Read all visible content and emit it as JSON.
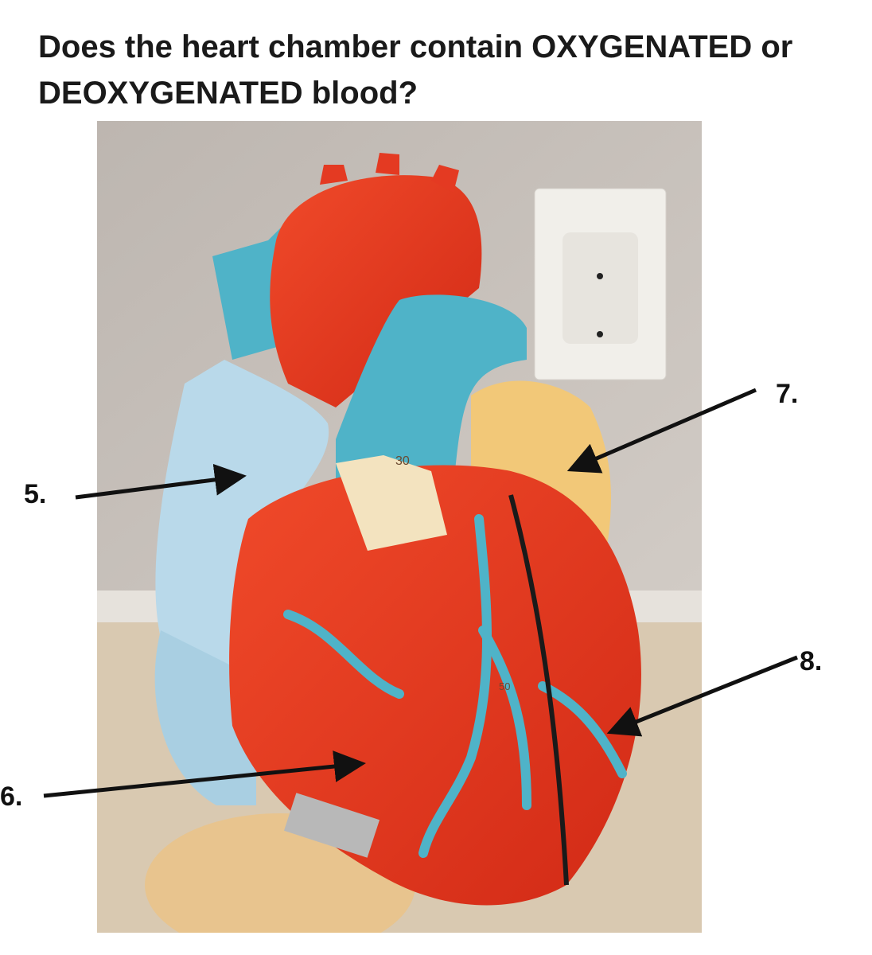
{
  "question": {
    "title": "Does the heart chamber contain OXYGENATED or DEOXYGENATED blood?"
  },
  "labels": [
    {
      "id": "5",
      "text": "5."
    },
    {
      "id": "6",
      "text": "6."
    },
    {
      "id": "7",
      "text": "7."
    },
    {
      "id": "8",
      "text": "8."
    }
  ],
  "model_markings": [
    "30",
    "50"
  ],
  "colors": {
    "oxygenated": "#e8361f",
    "deoxygenated": "#4fb3c8",
    "atrium_light_blue": "#b9d9ea",
    "left_atrium_yellow": "#f2c878",
    "wall": "#c9c3bd",
    "carpet": "#d9c9b1"
  }
}
